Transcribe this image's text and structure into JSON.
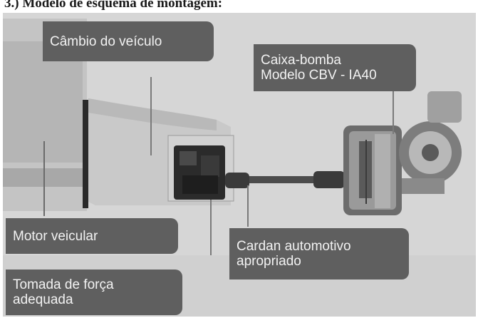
{
  "caption": "3.) Modelo de esquema de montagem:",
  "labels": {
    "cambio": "Câmbio do veículo",
    "caixa_line1": "Caixa-bomba",
    "caixa_line2": "Modelo CBV - IA40",
    "motor": "Motor veicular",
    "cardan_line1": "Cardan automotivo",
    "cardan_line2": "apropriado",
    "tomada_line1": "Tomada de força",
    "tomada_line2": "adequada"
  },
  "colors": {
    "label_bg": "#5f5f5f",
    "label_text": "#f2f2f2",
    "engine_block": "#bdbdbd",
    "pump_metal": "#8a8a8a"
  }
}
